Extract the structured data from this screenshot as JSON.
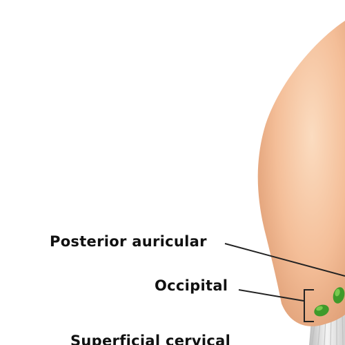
{
  "diagram": {
    "labels": {
      "posterior_auricular": "Posterior auricular",
      "occipital": "Occipital",
      "superficial_cervical": "Superficial cervical"
    },
    "colors": {
      "skin_light": "#f9d3b2",
      "skin_mid": "#f2b98f",
      "skin_dark": "#d9926a",
      "lymph_node": "#3f9a2a",
      "lymph_node_highlight": "#79c94f",
      "leader_line": "#222222",
      "neck": "#e8e8e8"
    }
  }
}
